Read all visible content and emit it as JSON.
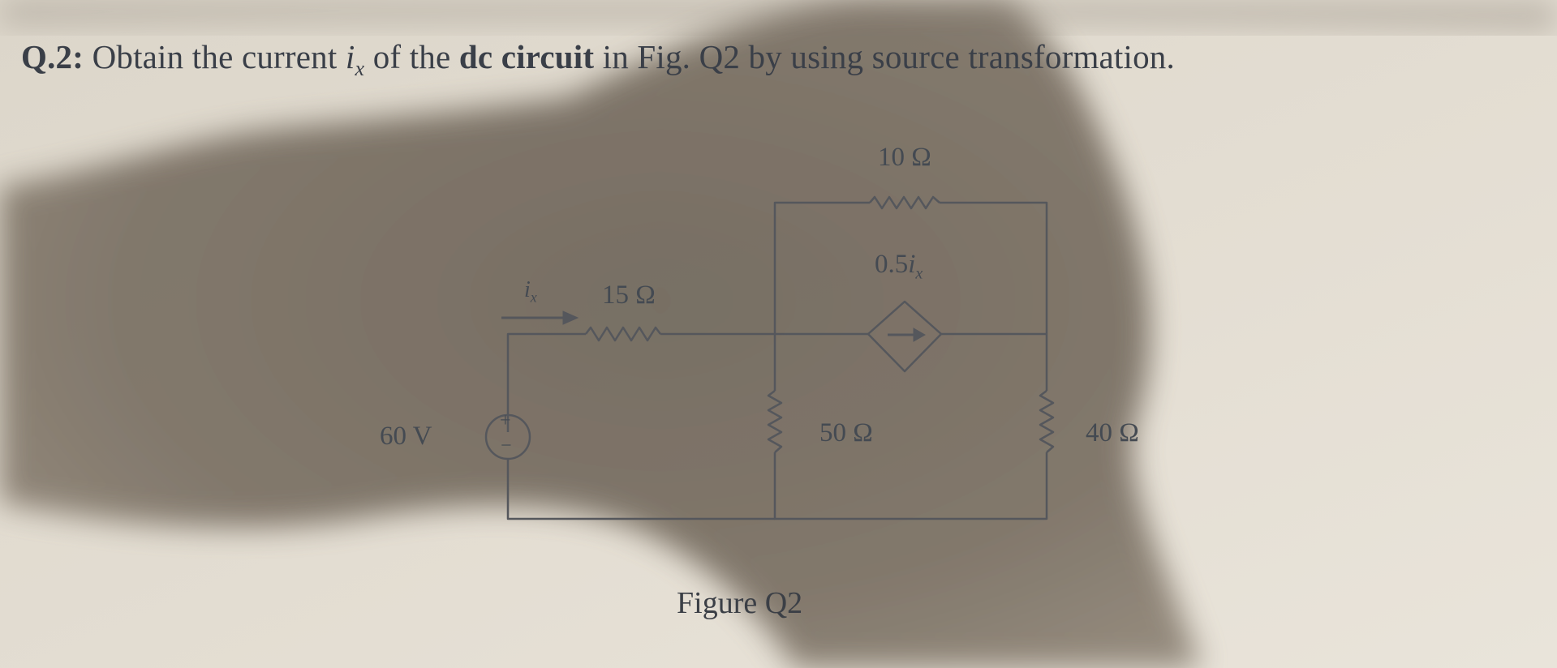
{
  "question": {
    "number": "Q.2:",
    "text_before_variable": "Obtain the current",
    "variable_base": "i",
    "variable_subscript": "x",
    "text_middle": "of the",
    "emphasis": "dc circuit",
    "text_after": "in Fig. Q2 by using source transformation."
  },
  "circuit": {
    "source_voltage": "60 V",
    "source_plus": "+",
    "source_minus": "−",
    "current_label_base": "i",
    "current_label_subscript": "x",
    "r_series": "15 Ω",
    "r_top": "10 Ω",
    "dependent_source_coeff": "0.5",
    "dependent_source_var_base": "i",
    "dependent_source_var_subscript": "x",
    "r_shunt_middle": "50 Ω",
    "r_shunt_right": "40 Ω"
  },
  "figure_caption": "Figure Q2",
  "colors": {
    "paper": "#e2dcd0",
    "shadow": "#6b6358",
    "wire": "#55575c",
    "text": "#3a3f48"
  }
}
